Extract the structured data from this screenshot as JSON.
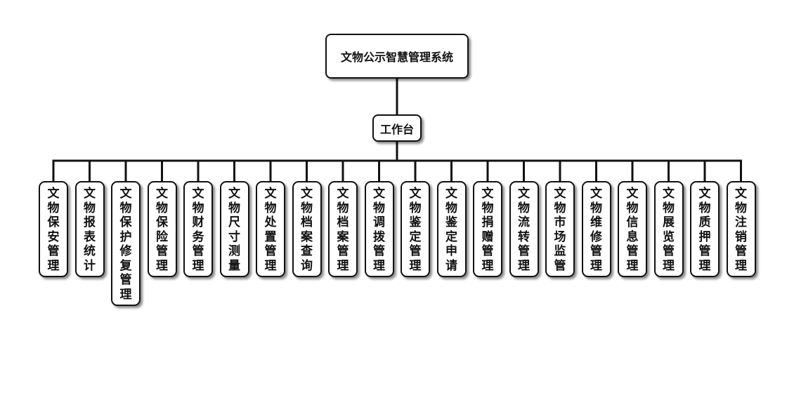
{
  "root": {
    "label": "文物公示智慧管理系统"
  },
  "hub": {
    "label": "工作台"
  },
  "modules": [
    {
      "label": "文物保安管理"
    },
    {
      "label": "文物报表统计"
    },
    {
      "label": "文物保护修复管理"
    },
    {
      "label": "文物保险管理"
    },
    {
      "label": "文物财务管理"
    },
    {
      "label": "文物尺寸测量"
    },
    {
      "label": "文物处置管理"
    },
    {
      "label": "文物档案查询"
    },
    {
      "label": "文物档案管理"
    },
    {
      "label": "文物调拨管理"
    },
    {
      "label": "文物鉴定管理"
    },
    {
      "label": "文物鉴定申请"
    },
    {
      "label": "文物捐赠管理"
    },
    {
      "label": "文物流转管理"
    },
    {
      "label": "文物市场监管"
    },
    {
      "label": "文物维修管理"
    },
    {
      "label": "文物信息管理"
    },
    {
      "label": "文物展览管理"
    },
    {
      "label": "文物质押管理"
    },
    {
      "label": "文物注销管理"
    }
  ]
}
